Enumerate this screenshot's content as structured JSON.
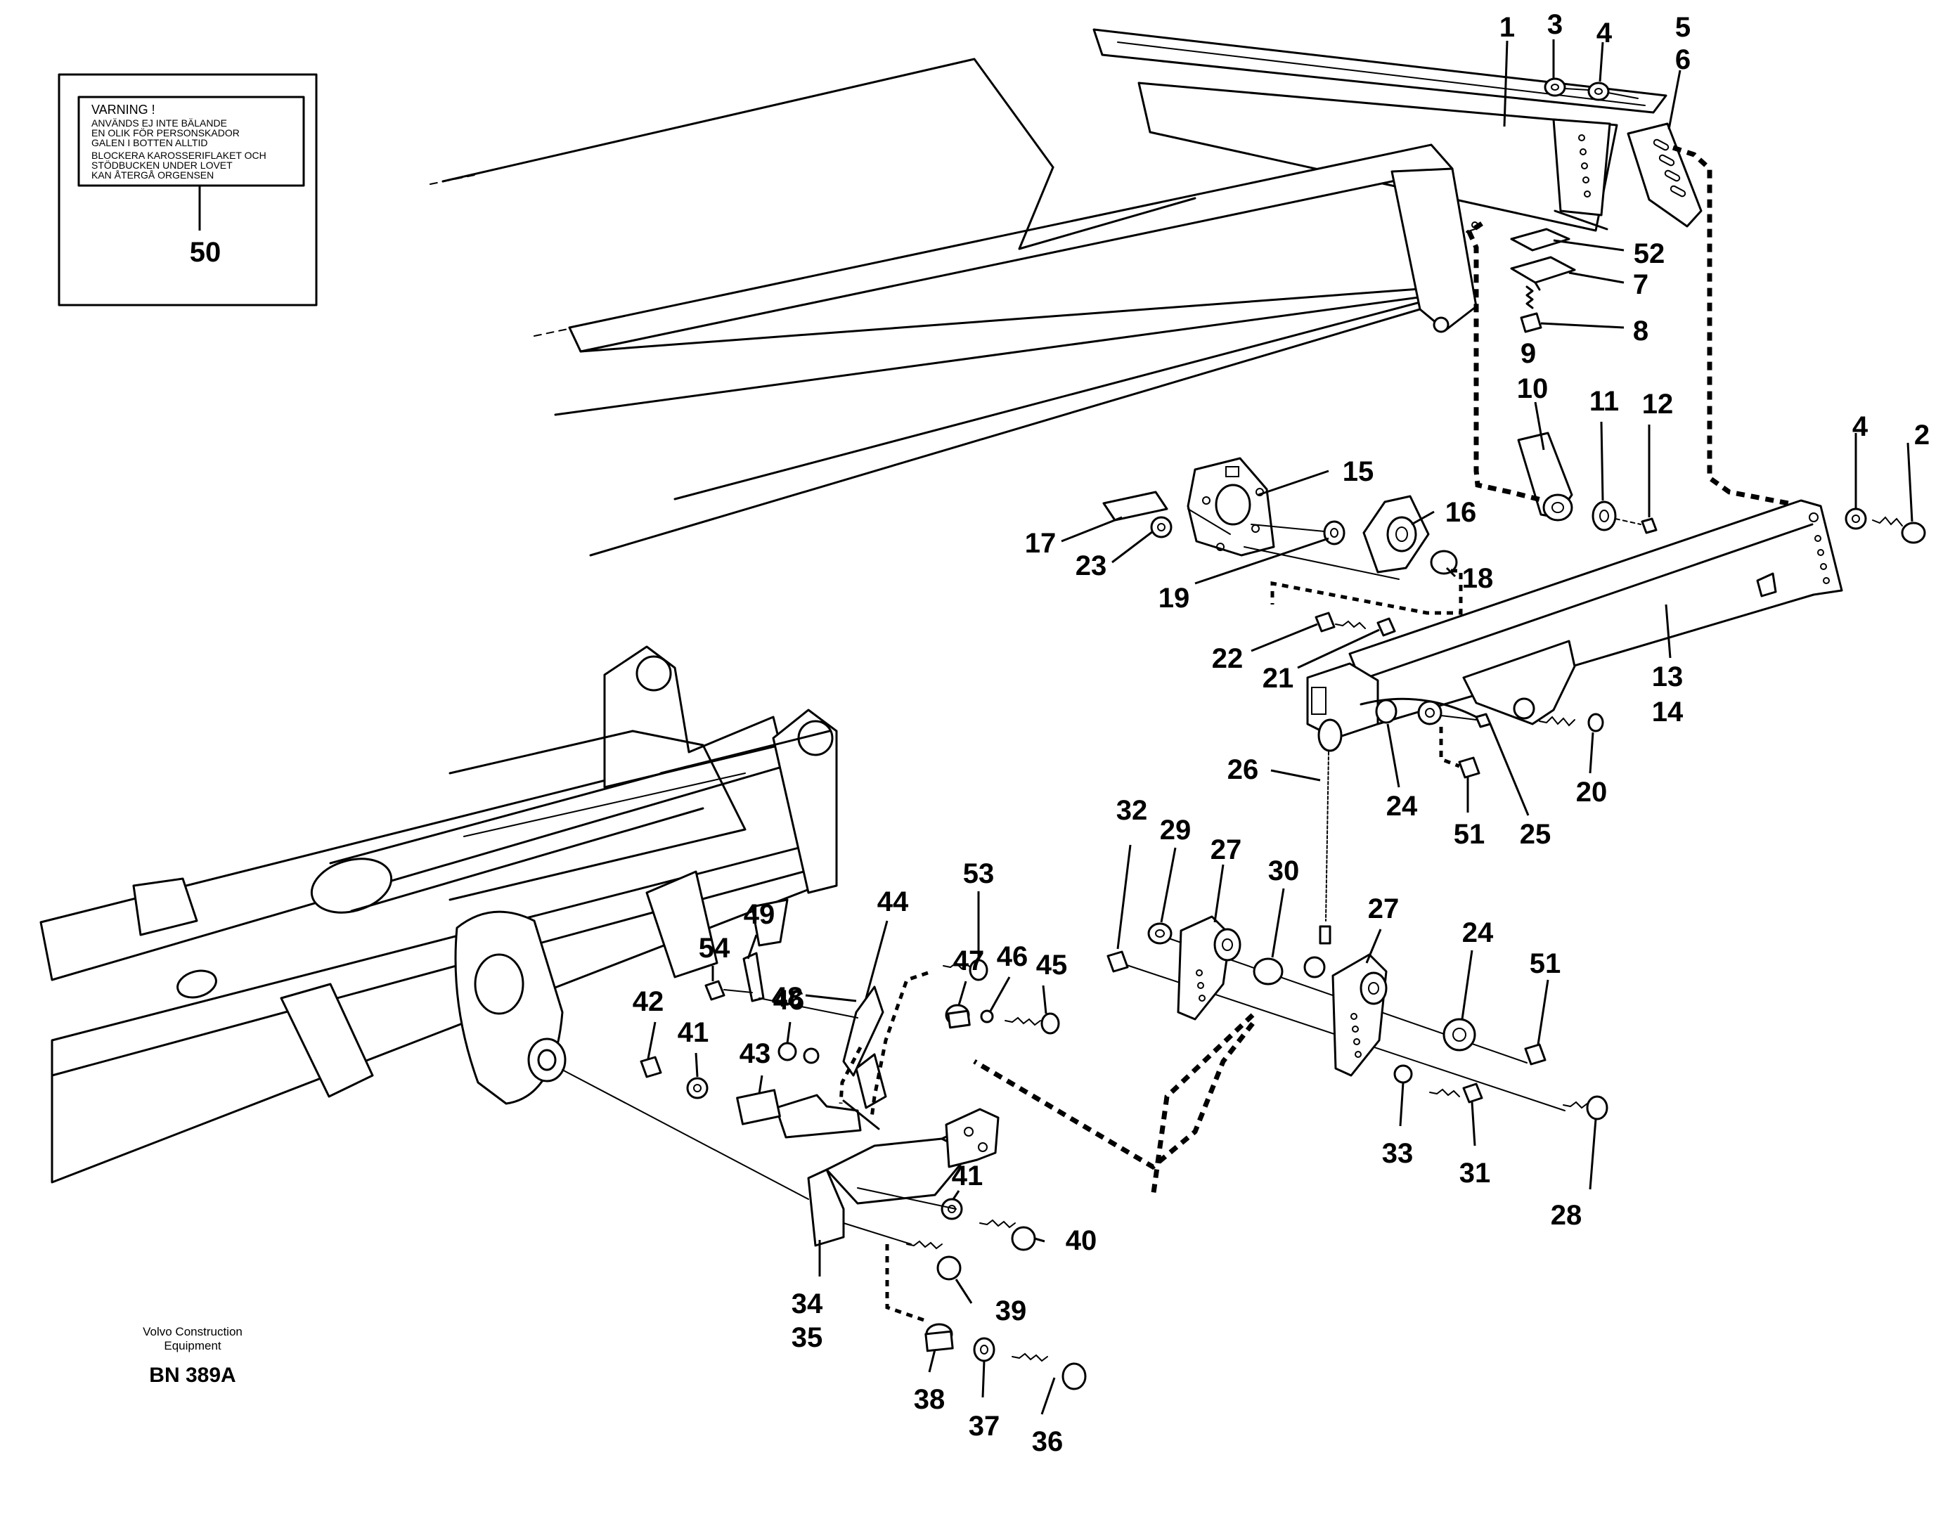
{
  "warning_label": {
    "title": "VARNING !",
    "lines": [
      "ANVÄNDS EJ INTE BÄLANDE",
      "EN OLIK FÖR PERSONSKADOR",
      "GALEN I BOTTEN ALLTID",
      "BLOCKERA KAROSSERIFLAKET OCH",
      "STÖDBUCKEN UNDER LOVET",
      "KAN ÅTERGÅ ORGENSEN"
    ],
    "callout": "50"
  },
  "callouts": {
    "c1": "1",
    "c2": "2",
    "c3": "3",
    "c4a": "4",
    "c4b": "4",
    "c5": "5",
    "c6": "6",
    "c7": "7",
    "c8": "8",
    "c9": "9",
    "c10": "10",
    "c11": "11",
    "c12": "12",
    "c13": "13",
    "c14": "14",
    "c15": "15",
    "c16": "16",
    "c17": "17",
    "c18": "18",
    "c19": "19",
    "c20": "20",
    "c21": "21",
    "c22": "22",
    "c23": "23",
    "c24a": "24",
    "c24b": "24",
    "c25": "25",
    "c26": "26",
    "c27a": "27",
    "c27b": "27",
    "c28": "28",
    "c29": "29",
    "c30": "30",
    "c31": "31",
    "c32": "32",
    "c33": "33",
    "c34": "34",
    "c35": "35",
    "c36": "36",
    "c37": "37",
    "c38": "38",
    "c39": "39",
    "c40": "40",
    "c41a": "41",
    "c41b": "41",
    "c42": "42",
    "c43": "43",
    "c44": "44",
    "c45": "45",
    "c46a": "46",
    "c46b": "46",
    "c47": "47",
    "c48": "48",
    "c49": "49",
    "c51a": "51",
    "c51b": "51",
    "c52": "52",
    "c53": "53",
    "c54": "54"
  },
  "footer": {
    "brand_line1": "Volvo Construction",
    "brand_line2": "Equipment",
    "reference": "BN 389A"
  }
}
